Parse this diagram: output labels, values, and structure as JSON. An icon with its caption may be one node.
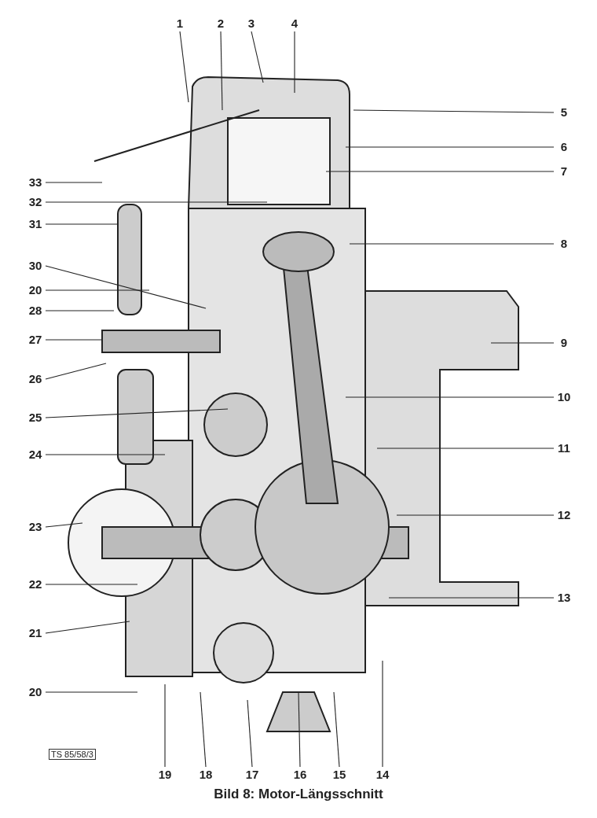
{
  "diagram": {
    "caption": "Bild 8: Motor-Längsschnitt",
    "nodes": [
      {
        "text": [
          "1"
        ]
      },
      {
        "text": [
          "2"
        ]
      },
      {
        "text": [
          "3"
        ]
      },
      {
        "text": [
          "4"
        ]
      },
      {
        "text": [
          "5"
        ]
      },
      {
        "text": [
          "6"
        ]
      },
      {
        "text": [
          "7"
        ]
      },
      {
        "text": [
          "8"
        ]
      },
      {
        "text": [
          "9"
        ]
      },
      {
        "text": [
          "10"
        ]
      },
      {
        "text": [
          "11"
        ]
      },
      {
        "text": [
          "12"
        ]
      },
      {
        "text": [
          "13"
        ]
      },
      {
        "text": [
          "14"
        ]
      },
      {
        "text": [
          "15"
        ]
      },
      {
        "text": [
          "16"
        ]
      },
      {
        "text": [
          "17"
        ]
      },
      {
        "text": [
          "18"
        ]
      },
      {
        "text": [
          "19"
        ]
      },
      {
        "text": [
          "20"
        ]
      },
      {
        "text": [
          "21"
        ]
      },
      {
        "text": [
          "22"
        ]
      },
      {
        "text": [
          "23"
        ]
      },
      {
        "text": [
          "24"
        ]
      },
      {
        "text": [
          "25"
        ]
      },
      {
        "text": [
          "26"
        ]
      },
      {
        "text": [
          "27"
        ]
      },
      {
        "text": [
          "28"
        ]
      },
      {
        "text": [
          "20"
        ]
      },
      {
        "text": [
          "30"
        ]
      },
      {
        "text": [
          "31"
        ]
      },
      {
        "text": [
          "32"
        ]
      },
      {
        "text": [
          "33"
        ]
      }
    ],
    "edges": [
      {
        "from": 0,
        "to": null,
        "arrow": "none"
      },
      {
        "from": 1,
        "to": null,
        "arrow": "none"
      },
      {
        "from": 2,
        "to": null,
        "arrow": "none"
      },
      {
        "from": 3,
        "to": null,
        "arrow": "none"
      },
      {
        "from": 4,
        "to": null,
        "arrow": "none"
      },
      {
        "from": 5,
        "to": null,
        "arrow": "none"
      },
      {
        "from": 6,
        "to": null,
        "arrow": "none"
      },
      {
        "from": 7,
        "to": null,
        "arrow": "none"
      },
      {
        "from": 8,
        "to": null,
        "arrow": "none"
      },
      {
        "from": 9,
        "to": null,
        "arrow": "none"
      },
      {
        "from": 10,
        "to": null,
        "arrow": "none"
      },
      {
        "from": 11,
        "to": null,
        "arrow": "none"
      },
      {
        "from": 12,
        "to": null,
        "arrow": "none"
      },
      {
        "from": 13,
        "to": null,
        "arrow": "none"
      },
      {
        "from": 14,
        "to": null,
        "arrow": "none"
      },
      {
        "from": 15,
        "to": null,
        "arrow": "none"
      },
      {
        "from": 16,
        "to": null,
        "arrow": "none"
      },
      {
        "from": 17,
        "to": null,
        "arrow": "none"
      },
      {
        "from": 18,
        "to": null,
        "arrow": "none"
      },
      {
        "from": 19,
        "to": null,
        "arrow": "none"
      },
      {
        "from": 20,
        "to": null,
        "arrow": "none"
      },
      {
        "from": 21,
        "to": null,
        "arrow": "none"
      },
      {
        "from": 22,
        "to": null,
        "arrow": "none"
      },
      {
        "from": 23,
        "to": null,
        "arrow": "none"
      },
      {
        "from": 24,
        "to": null,
        "arrow": "none"
      },
      {
        "from": 25,
        "to": null,
        "arrow": "none"
      },
      {
        "from": 26,
        "to": null,
        "arrow": "none"
      },
      {
        "from": 27,
        "to": null,
        "arrow": "none"
      },
      {
        "from": 28,
        "to": null,
        "arrow": "none"
      },
      {
        "from": 29,
        "to": null,
        "arrow": "none"
      },
      {
        "from": 30,
        "to": null,
        "arrow": "none"
      },
      {
        "from": 31,
        "to": null,
        "arrow": "none"
      },
      {
        "from": 32,
        "to": null,
        "arrow": "none"
      }
    ],
    "labels": [
      "TS 85/58/3"
    ]
  }
}
